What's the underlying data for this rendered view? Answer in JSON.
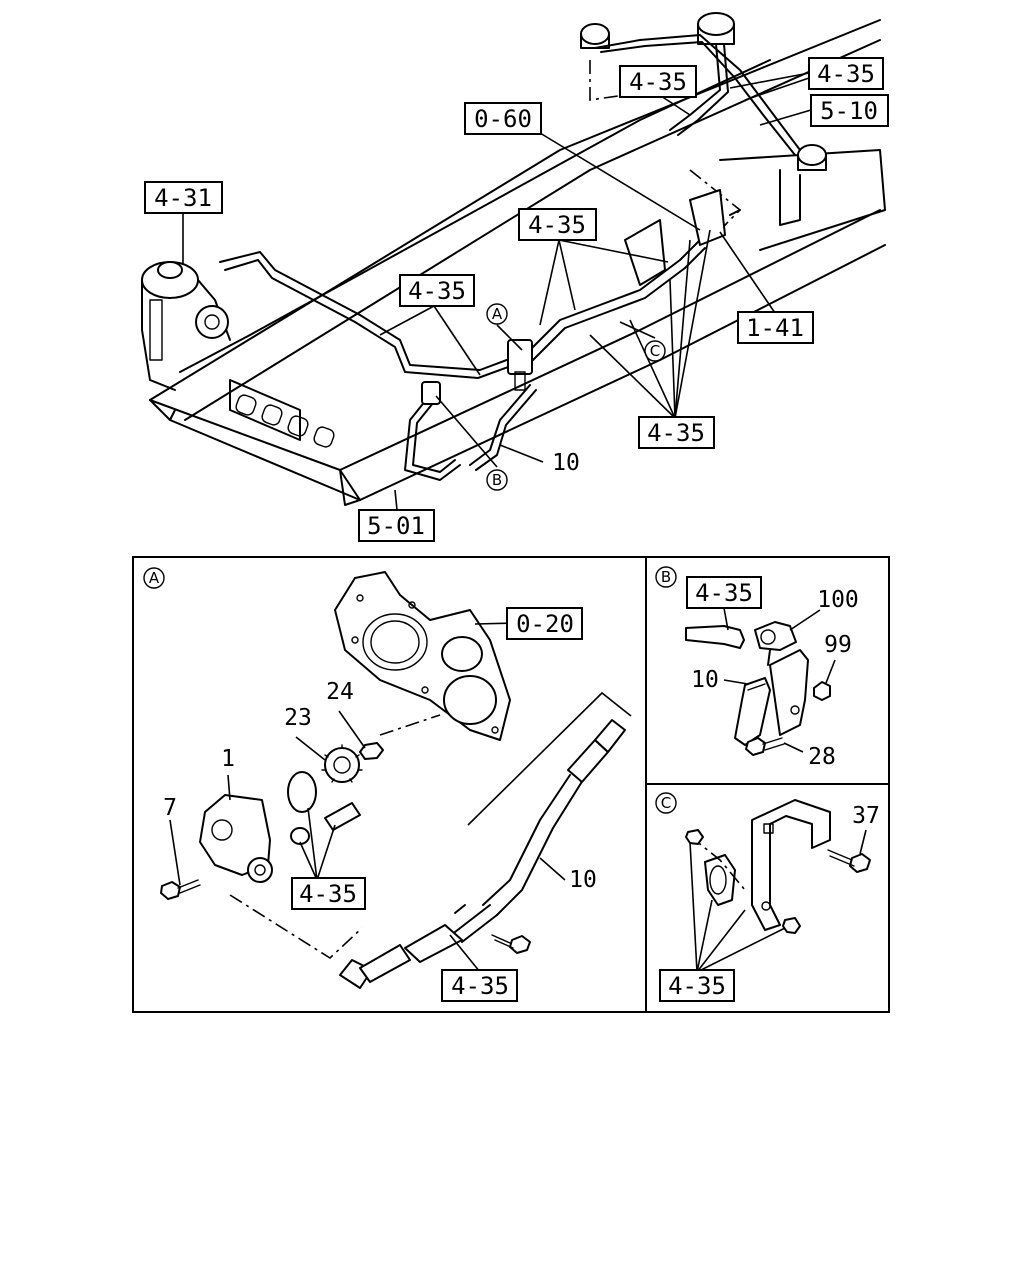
{
  "refs": {
    "r_0_60": "0-60",
    "r_4_31": "4-31",
    "r_4_35": "4-35",
    "r_5_10": "5-10",
    "r_1_41": "1-41",
    "r_5_01": "5-01",
    "r_0_20": "0-20"
  },
  "parts": {
    "p1": "1",
    "p7": "7",
    "p10": "10",
    "p23": "23",
    "p24": "24",
    "p28": "28",
    "p37": "37",
    "p99": "99",
    "p100": "100"
  },
  "views": {
    "a": "A",
    "b": "B",
    "c": "C"
  }
}
